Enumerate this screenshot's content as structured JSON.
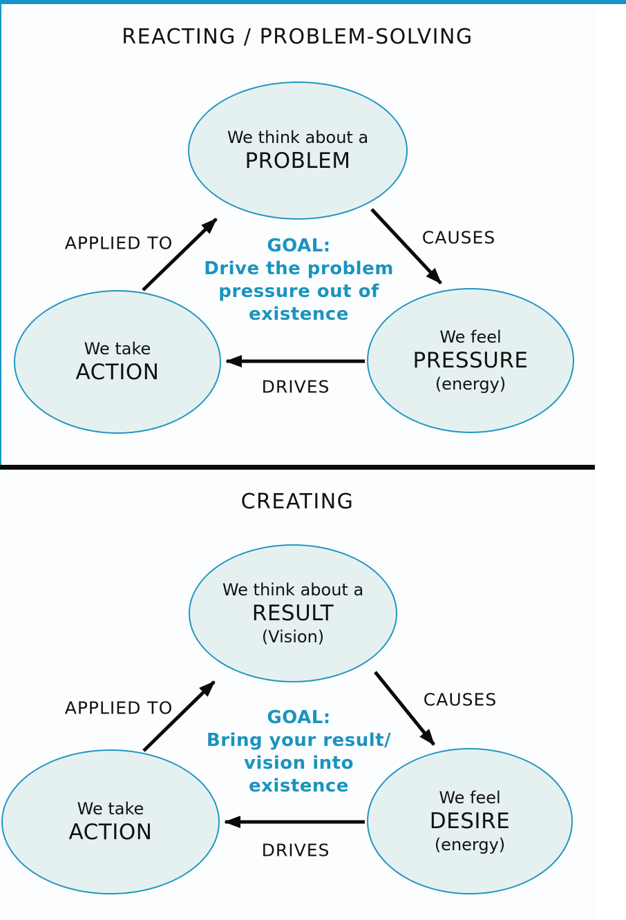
{
  "colors": {
    "accent": "#1895c7",
    "ellipse_stroke": "#2196c3",
    "ellipse_fill": "#e5f1f0",
    "goal_text": "#1b93bf",
    "divider": "#0a0a0a"
  },
  "sections": [
    {
      "title": "REACTING / PROBLEM-SOLVING",
      "nodes": {
        "top": {
          "line1": "We think about a",
          "main": "PROBLEM",
          "sub": ""
        },
        "right": {
          "line1": "We feel",
          "main": "PRESSURE",
          "sub": "(energy)"
        },
        "left": {
          "line1": "We take",
          "main": "ACTION",
          "sub": ""
        }
      },
      "edges": {
        "causes": "CAUSES",
        "drives": "DRIVES",
        "applied_to": "APPLIED TO"
      },
      "goal": {
        "heading": "GOAL:",
        "line1": "Drive the problem",
        "line2": "pressure out of",
        "line3": "existence"
      }
    },
    {
      "title": "CREATING",
      "nodes": {
        "top": {
          "line1": "We think about a",
          "main": "RESULT",
          "sub": "(Vision)"
        },
        "right": {
          "line1": "We feel",
          "main": "DESIRE",
          "sub": "(energy)"
        },
        "left": {
          "line1": "We take",
          "main": "ACTION",
          "sub": ""
        }
      },
      "edges": {
        "causes": "CAUSES",
        "drives": "DRIVES",
        "applied_to": "APPLIED TO"
      },
      "goal": {
        "heading": "GOAL:",
        "line1": "Bring your result/",
        "line2": "vision into",
        "line3": "existence"
      }
    }
  ]
}
